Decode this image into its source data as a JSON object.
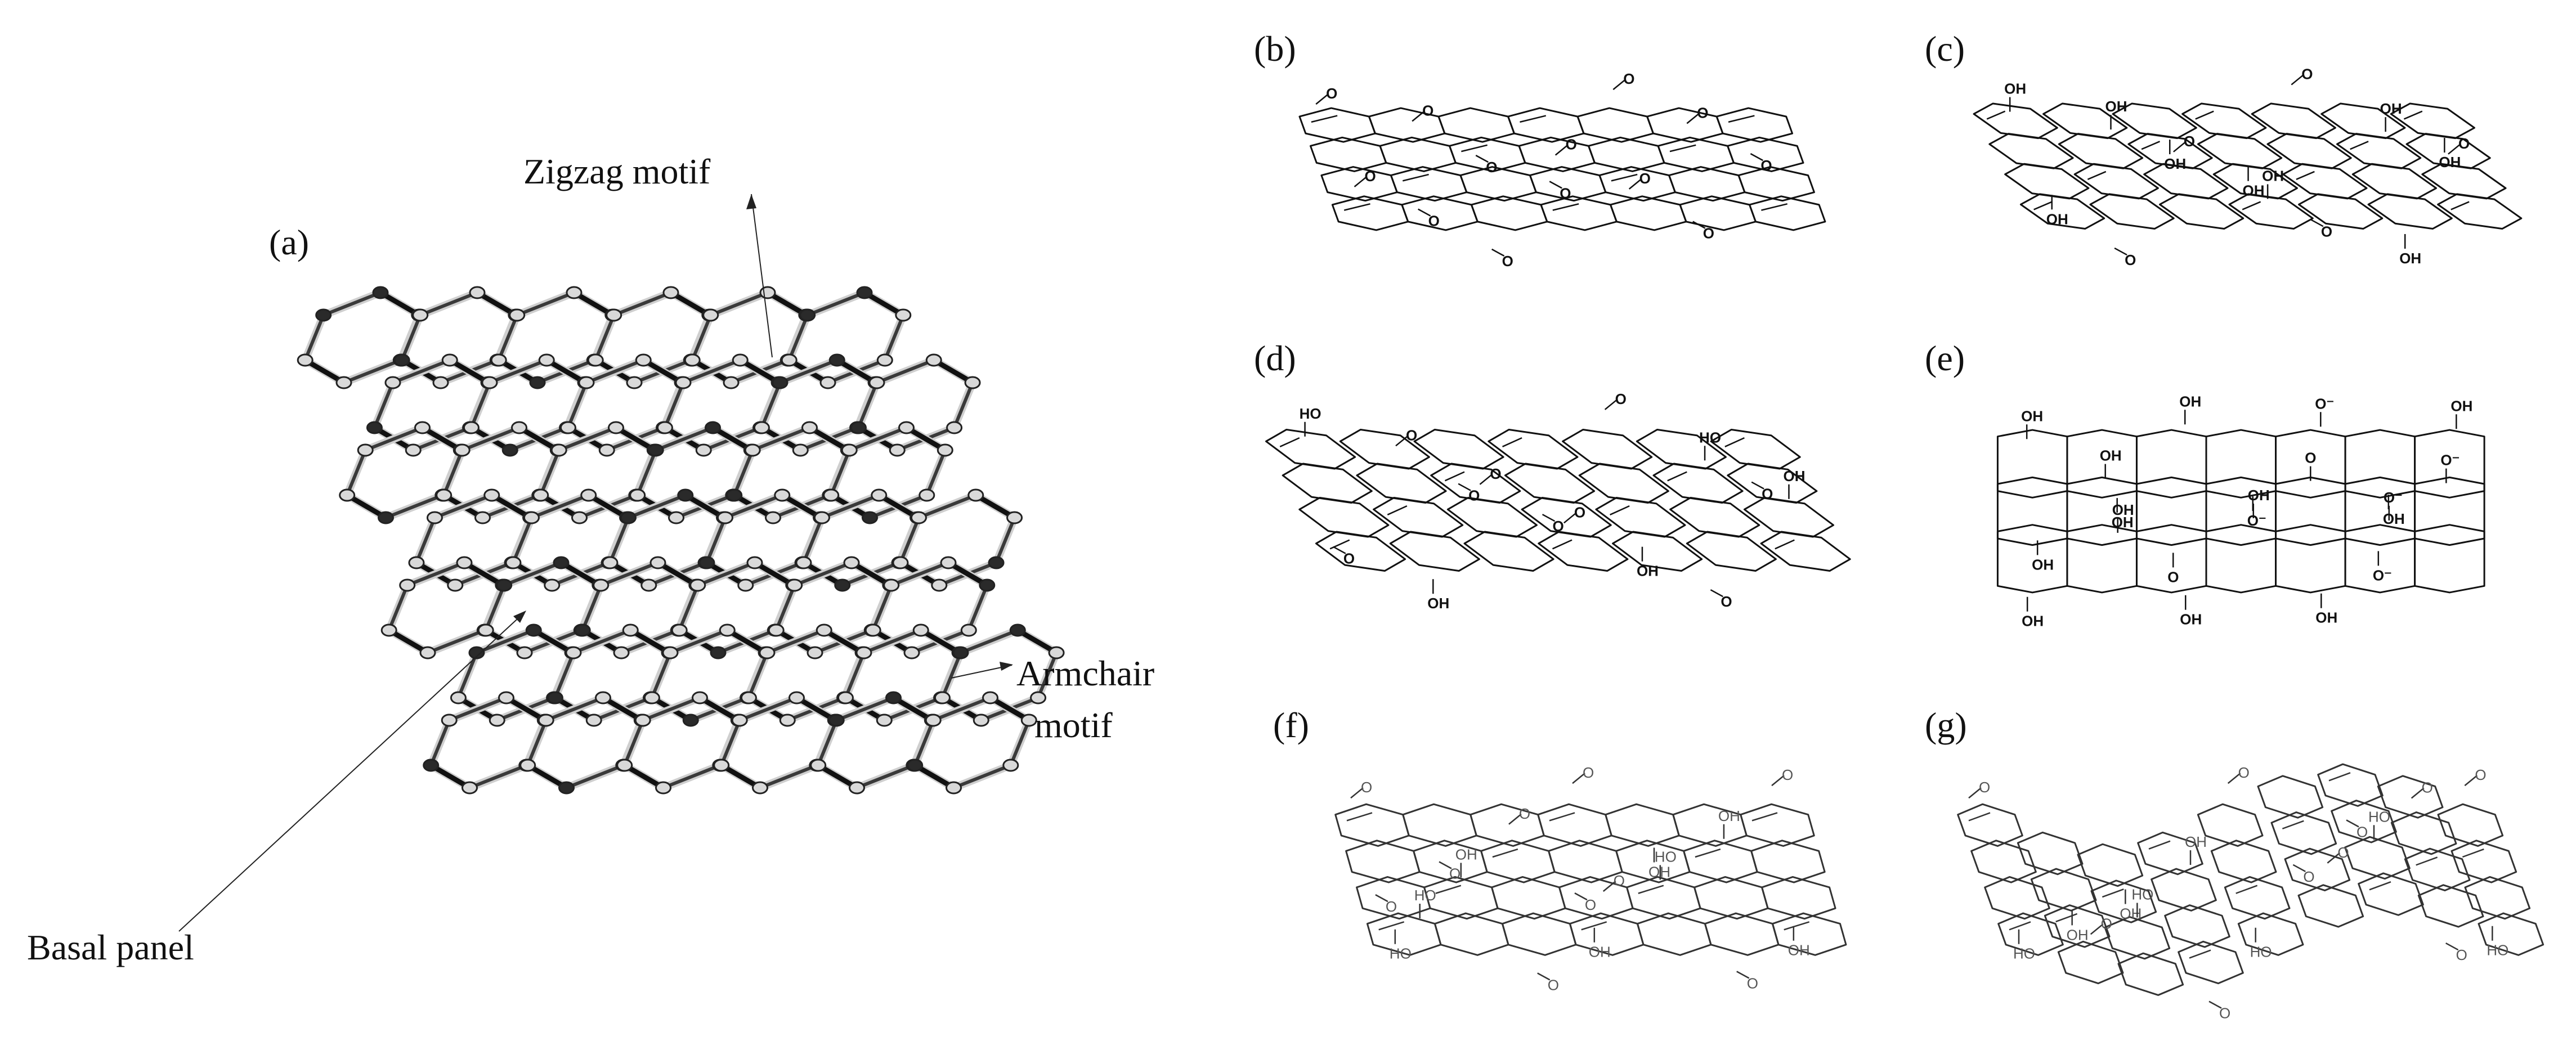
{
  "figure": {
    "panel_a": {
      "label": "(a)",
      "annotations": {
        "zigzag": "Zigzag motif",
        "armchair_line1": "Armchair",
        "armchair_line2": "motif",
        "basal": "Basal panel"
      },
      "colors": {
        "bond_dark": "#111111",
        "bond_light": "#cfcfcf",
        "atom_light": "#d9d9d9",
        "atom_dark": "#2a2a2a"
      }
    },
    "panels": [
      {
        "id": "b",
        "label": "(b)",
        "groups": [
          "O",
          "O",
          "O",
          "O",
          "O",
          "O",
          "O",
          "O",
          "O",
          "O",
          "O",
          "O",
          "O"
        ]
      },
      {
        "id": "c",
        "label": "(c)",
        "groups": [
          "OH",
          "OH",
          "O",
          "OH",
          "OH",
          "OH",
          "OH",
          "OH",
          "O",
          "O",
          "O",
          "O",
          "OH",
          "OH"
        ]
      },
      {
        "id": "d",
        "label": "(d)",
        "groups": [
          "HO",
          "O",
          "O",
          "O",
          "O",
          "O",
          "HO",
          "O",
          "O",
          "OH",
          "OH",
          "OH",
          "O",
          "O"
        ]
      },
      {
        "id": "e",
        "label": "(e)",
        "groups": [
          "OH",
          "OH",
          "OH",
          "O⁻",
          "O⁻",
          "OH",
          "OH",
          "OH",
          "OH",
          "O",
          "O",
          "O⁻",
          "O⁻",
          "OH",
          "OH",
          "OH",
          "OH",
          "OH",
          "O⁻"
        ]
      },
      {
        "id": "f",
        "label": "(f)",
        "groups": [
          "O",
          "O",
          "O",
          "OH",
          "O",
          "O",
          "O",
          "O",
          "OH",
          "HO",
          "OH",
          "OH",
          "HO",
          "OH",
          "HO",
          "O",
          "O",
          "O"
        ]
      },
      {
        "id": "g",
        "label": "(g)",
        "groups": [
          "O",
          "OH",
          "O",
          "O",
          "O",
          "OH",
          "OH",
          "O",
          "O",
          "HO",
          "HO",
          "HO",
          "HO",
          "HO",
          "O",
          "O",
          "O",
          "O"
        ]
      }
    ]
  }
}
